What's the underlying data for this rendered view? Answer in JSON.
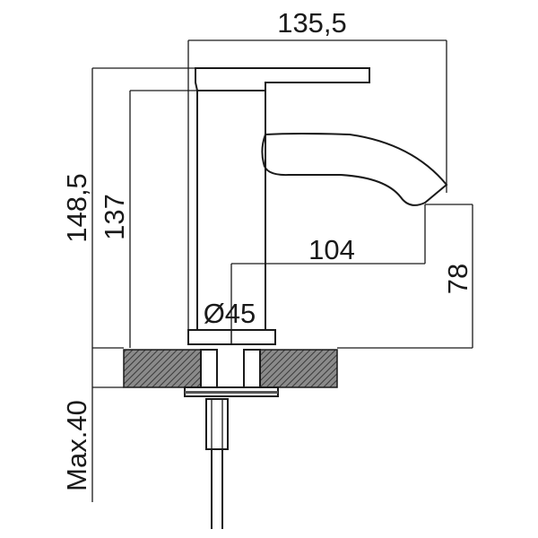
{
  "dimensions": {
    "overall_width": "135,5",
    "overall_height": "148,5",
    "body_height": "137",
    "spout_reach": "104",
    "spout_height": "78",
    "base_diameter": "Ø45",
    "max_deck_thickness": "Max.40"
  },
  "colors": {
    "line": "#1a1a1a",
    "hatch_fill": "#777777",
    "background": "#ffffff"
  }
}
